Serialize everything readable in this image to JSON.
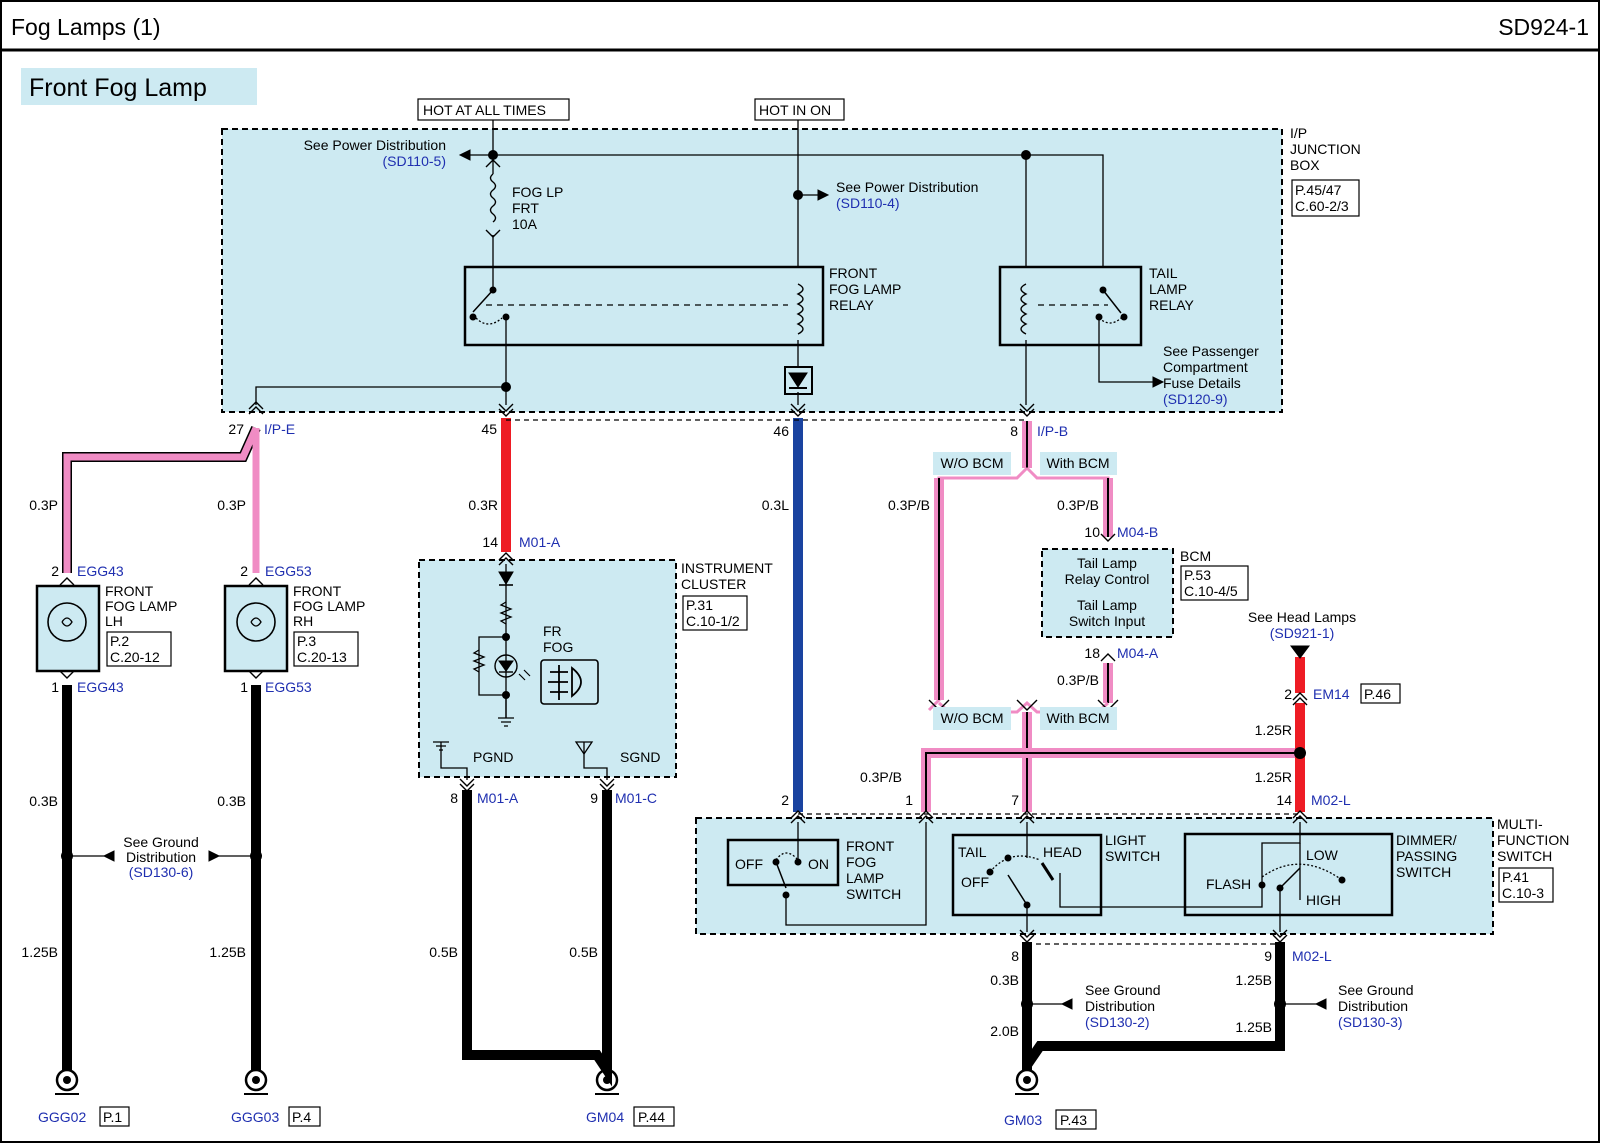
{
  "header": {
    "title": "Fog Lamps (1)",
    "code": "SD924-1"
  },
  "section_title": "Front Fog Lamp",
  "colors": {
    "panel": "#cdeaf2",
    "pink": "#f08cc4",
    "red": "#ee1c24",
    "blue": "#1a43a0",
    "ref_blue": "#1f2fb0"
  },
  "power": {
    "hot_all": "HOT AT ALL TIMES",
    "hot_on": "HOT IN ON"
  },
  "jbox": {
    "label_l1": "I/P",
    "label_l2": "JUNCTION",
    "label_l3": "BOX",
    "ref1": "P.45/47",
    "ref2": "C.60-2/3",
    "pd_left_text": "See Power Distribution",
    "pd_left_ref": "(SD110-5)",
    "pd_mid_text": "See Power Distribution",
    "pd_mid_ref": "(SD110-4)",
    "fuse_l1": "FOG LP",
    "fuse_l2": "FRT",
    "fuse_l3": "10A",
    "relay_l1": "FRONT",
    "relay_l2": "FOG LAMP",
    "relay_l3": "RELAY",
    "tail_l1": "TAIL",
    "tail_l2": "LAMP",
    "tail_l3": "RELAY",
    "pass_l1": "See Passenger",
    "pass_l2": "Compartment",
    "pass_l3": "Fuse Details",
    "pass_ref": "(SD120-9)",
    "pin27": "27",
    "conn_ipe": "I/P-E",
    "pin45": "45",
    "pin46": "46",
    "pin8": "8",
    "conn_ipb": "I/P-B"
  },
  "left": {
    "w_lh": "0.3P",
    "w_rh": "0.3P",
    "lh_pin_top": "2",
    "lh_conn_top": "EGG43",
    "lh_l1": "FRONT",
    "lh_l2": "FOG LAMP",
    "lh_l3": "LH",
    "lh_ref1": "P.2",
    "lh_ref2": "C.20-12",
    "lh_pin_bot": "1",
    "lh_conn_bot": "EGG43",
    "rh_pin_top": "2",
    "rh_conn_top": "EGG53",
    "rh_l1": "FRONT",
    "rh_l2": "FOG LAMP",
    "rh_l3": "RH",
    "rh_ref1": "P.3",
    "rh_ref2": "C.20-13",
    "rh_pin_bot": "1",
    "rh_conn_bot": "EGG53",
    "w_b1": "0.3B",
    "w_b2": "0.3B",
    "w_b3": "1.25B",
    "w_b4": "1.25B",
    "gd_l1": "See Ground",
    "gd_l2": "Distribution",
    "gd_ref": "(SD130-6)",
    "g1": "GGG02",
    "g1_ref": "P.1",
    "g2": "GGG03",
    "g2_ref": "P.4"
  },
  "cluster": {
    "w_r": "0.3R",
    "pin14": "14",
    "conn": "M01-A",
    "l1": "INSTRUMENT",
    "l2": "CLUSTER",
    "ref1": "P.31",
    "ref2": "C.10-1/2",
    "fr": "FR",
    "fog": "FOG",
    "pgnd": "PGND",
    "sgnd": "SGND",
    "pin8": "8",
    "conn8": "M01-A",
    "pin9": "9",
    "conn9": "M01-C",
    "w1": "0.5B",
    "w2": "0.5B",
    "ground": "GM04",
    "ground_ref": "P.44"
  },
  "mid": {
    "w_l": "0.3L"
  },
  "bcm": {
    "wo1": "W/O BCM",
    "with1": "With BCM",
    "w_pb1": "0.3P/B",
    "w_pb2": "0.3P/B",
    "pin10": "10",
    "conn10": "M04-B",
    "in1": "Tail Lamp",
    "in2": "Relay Control",
    "in3": "Tail Lamp",
    "in4": "Switch Input",
    "label": "BCM",
    "ref1": "P.53",
    "ref2": "C.10-4/5",
    "pin18": "18",
    "conn18": "M04-A",
    "w_pb3": "0.3P/B",
    "wo2": "W/O BCM",
    "with2": "With BCM",
    "w_pb4": "0.3P/B"
  },
  "head": {
    "text": "See Head Lamps",
    "ref": "(SD921-1)",
    "pin2": "2",
    "conn": "EM14",
    "conn_ref": "P.46",
    "w1": "1.25R",
    "w2": "1.25R",
    "pin14": "14",
    "conn14": "M02-L"
  },
  "mfs": {
    "pin2": "2",
    "pin1": "1",
    "pin7": "7",
    "l1": "MULTI-",
    "l2": "FUNCTION",
    "l3": "SWITCH",
    "ref1": "P.41",
    "ref2": "C.10-3",
    "off": "OFF",
    "on": "ON",
    "fog_l1": "FRONT",
    "fog_l2": "FOG",
    "fog_l3": "LAMP",
    "fog_l4": "SWITCH",
    "tail": "TAIL",
    "head": "HEAD",
    "off2": "OFF",
    "light_l1": "LIGHT",
    "light_l2": "SWITCH",
    "low": "LOW",
    "flash": "FLASH",
    "high": "HIGH",
    "dim_l1": "DIMMER/",
    "dim_l2": "PASSING",
    "dim_l3": "SWITCH",
    "pin8": "8",
    "pin9": "9",
    "conn9": "M02-L",
    "w1": "0.3B",
    "w2": "2.0B",
    "w3": "1.25B",
    "w4": "1.25B",
    "gd1_l1": "See Ground",
    "gd1_l2": "Distribution",
    "gd1_ref": "(SD130-2)",
    "gd2_l1": "See Ground",
    "gd2_l2": "Distribution",
    "gd2_ref": "(SD130-3)",
    "ground": "GM03",
    "ground_ref": "P.43"
  }
}
